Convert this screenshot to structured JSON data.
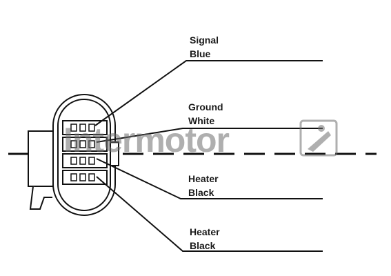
{
  "watermark": {
    "text": "Intermotor",
    "color": "#6e6e6e"
  },
  "pins": [
    {
      "name": "Signal",
      "color": "Blue"
    },
    {
      "name": "Ground",
      "color": "White"
    },
    {
      "name": "Heater",
      "color": "Black"
    },
    {
      "name": "Heater",
      "color": "Black"
    }
  ]
}
